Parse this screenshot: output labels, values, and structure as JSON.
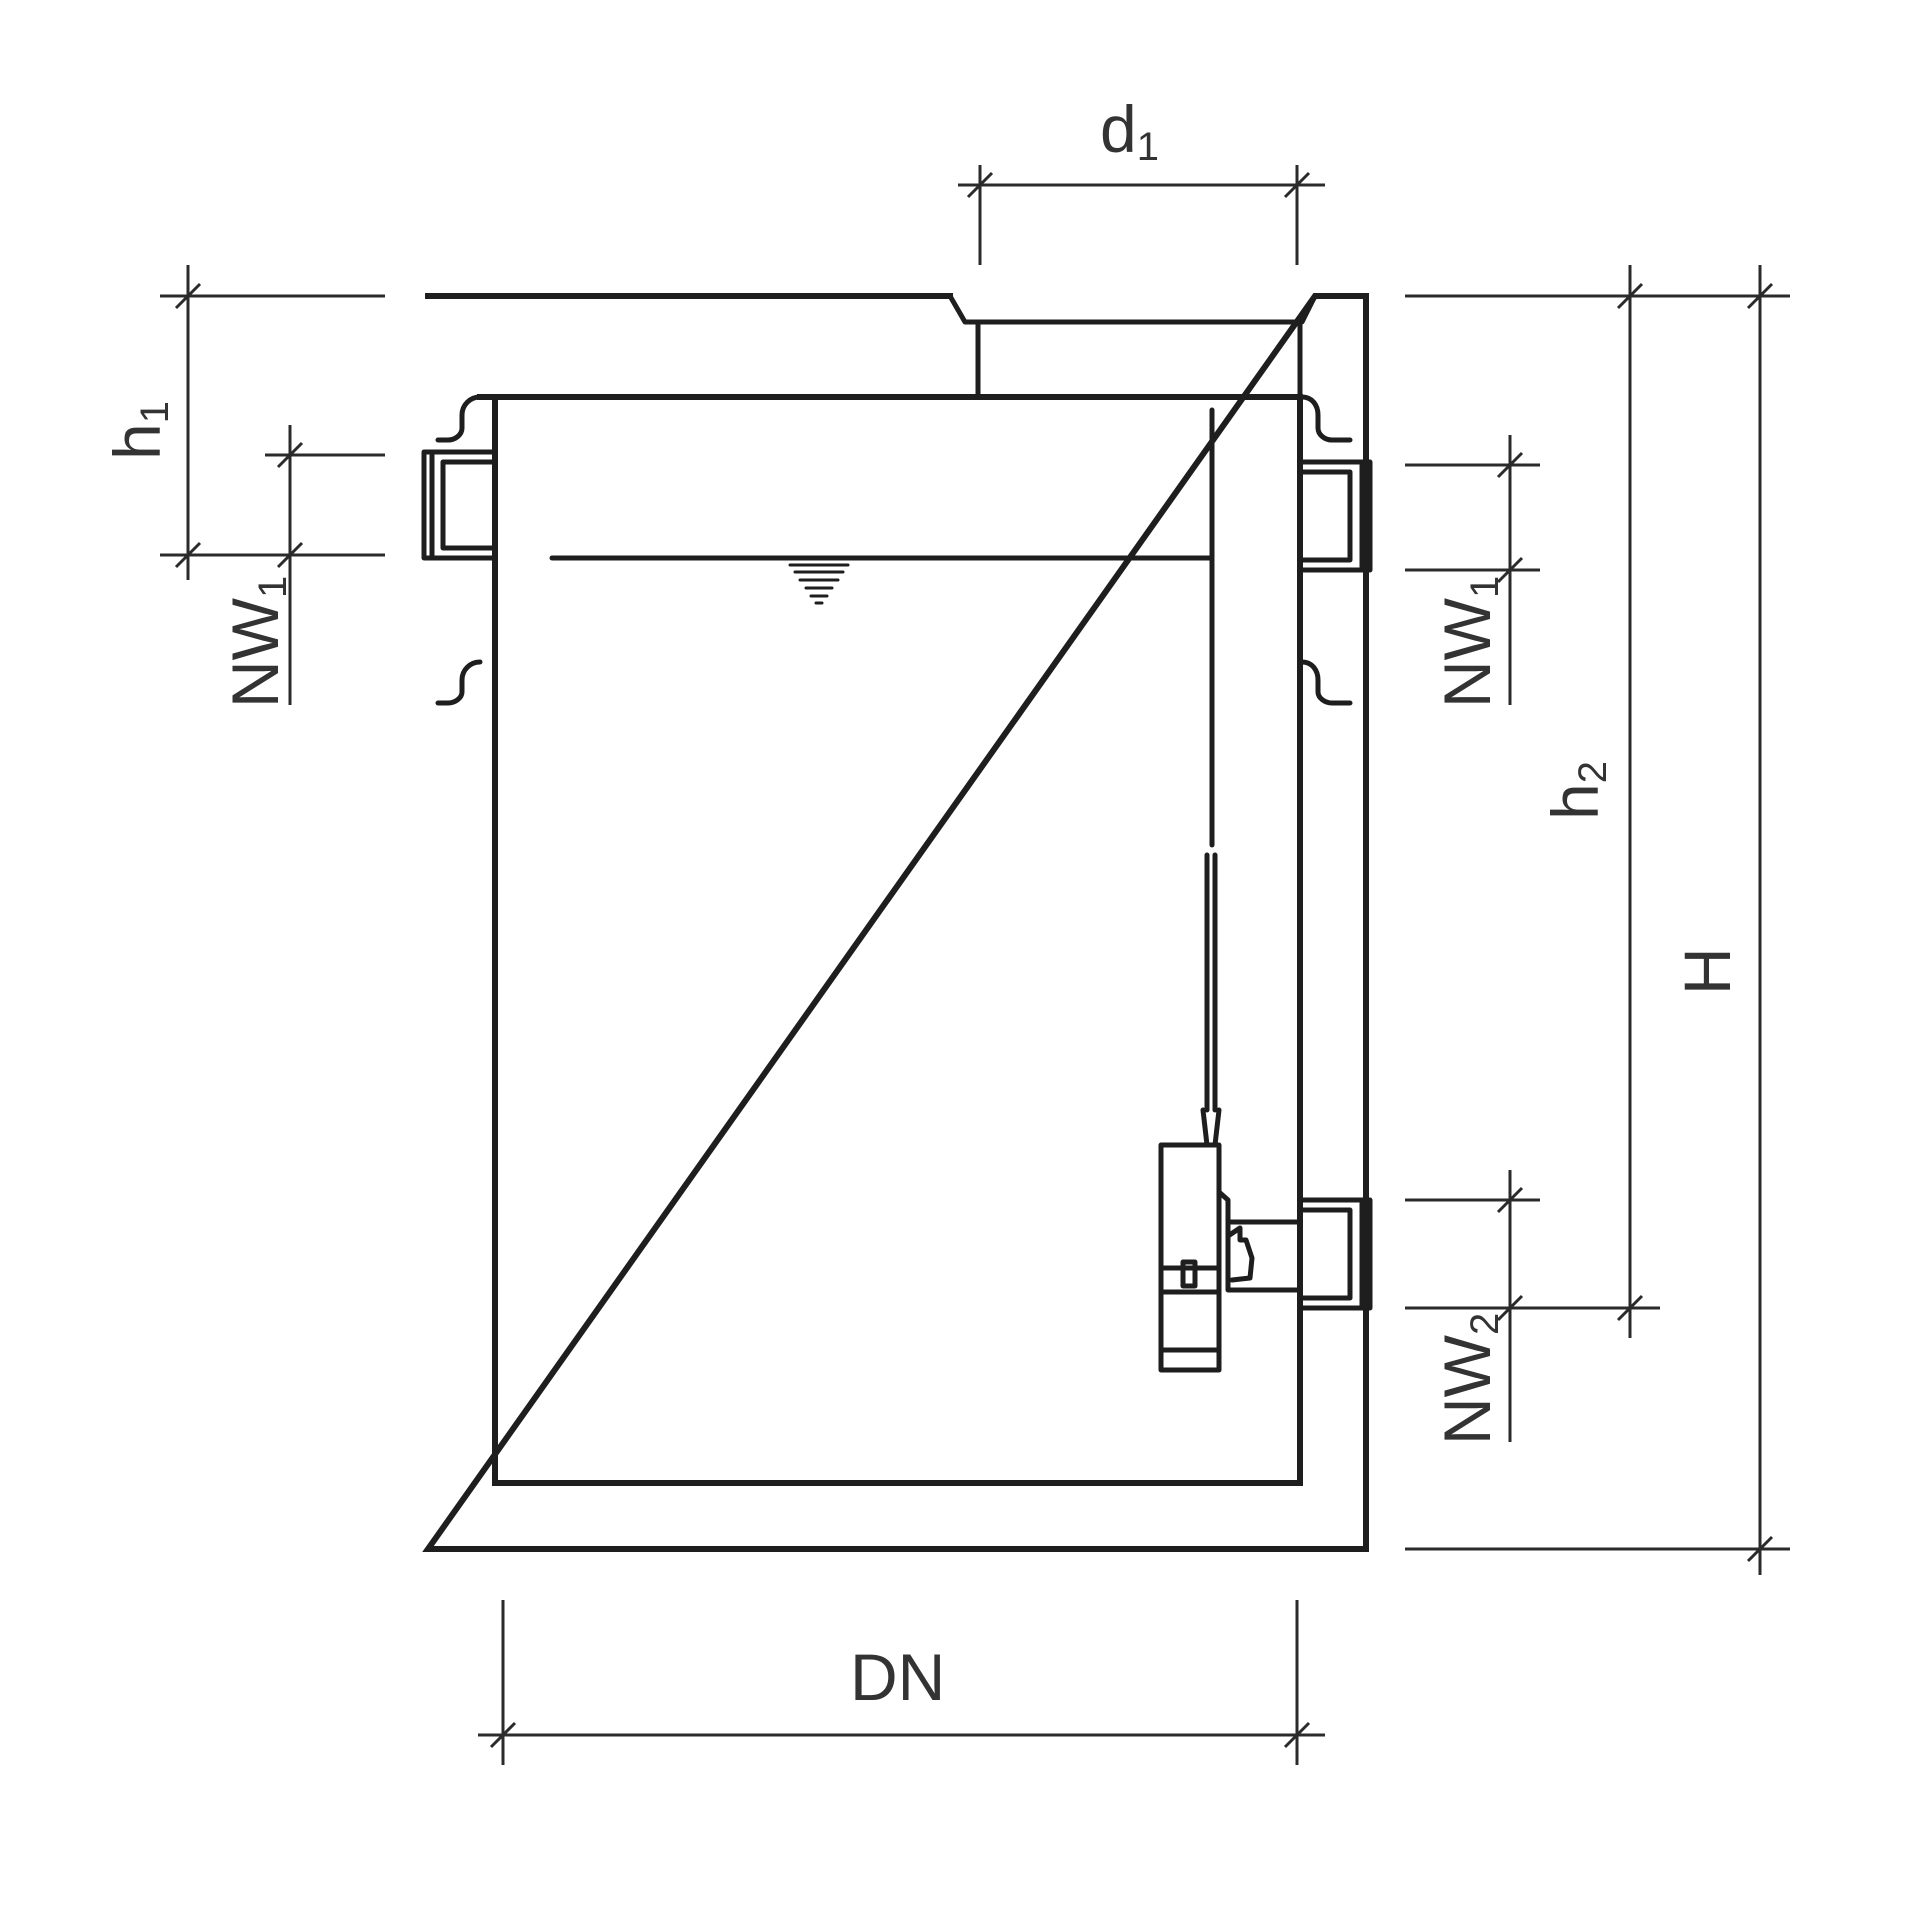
{
  "diagram": {
    "labels": {
      "d1_main": "d",
      "d1_sub": "1",
      "h1_main": "h",
      "h1_sub": "1",
      "nw1_left_main": "NW",
      "nw1_left_sub": "1",
      "nw1_right_main": "NW",
      "nw1_right_sub": "1",
      "h2_main": "h",
      "h2_sub": "2",
      "H": "H",
      "nw2_main": "NW",
      "nw2_sub": "2",
      "dn": "DN"
    }
  }
}
